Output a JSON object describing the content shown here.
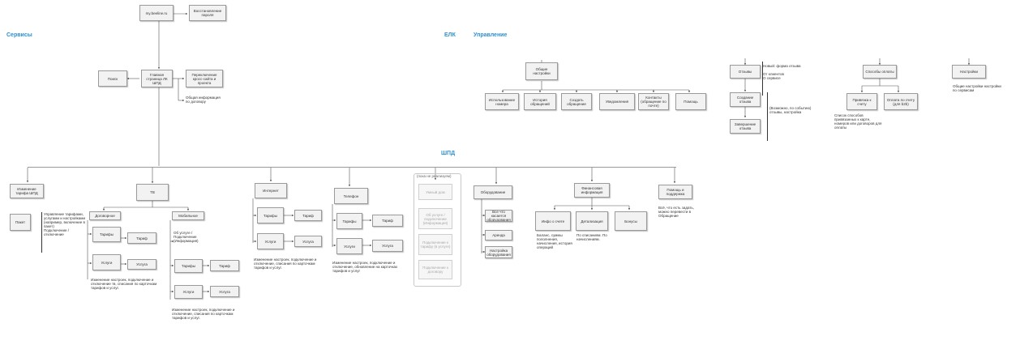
{
  "sections": {
    "services": "Сервисы",
    "elk": "ЕЛК",
    "management": "Управление",
    "shpd": "ШПД"
  },
  "top": {
    "site": "my.beeline.ru",
    "restore": "Восстановление пароля",
    "main": "Главная страница ЛК ШПД",
    "search": "Поиск",
    "forward": "Переключение кросс-сайта и проекта",
    "info": "Общая информация по договору"
  },
  "elk": {
    "general": "Общие настройки",
    "children": [
      "Использование номера",
      "История обращений",
      "Создать обращение",
      "Уведомления",
      "Контакты (обращение по почте)",
      "Помощь"
    ]
  },
  "management": {
    "review": {
      "title": "Отзывы",
      "note": "Новый: форма отзыва\n\nОт клиентов\nО сервисе"
    },
    "review_create": "Создание отзыва",
    "review_sent": "Завершение отзыва",
    "review_note": "(Возможно, по событию) отзывы, настройка",
    "payment": {
      "title": "Способы оплаты"
    },
    "payment_account": "Привязка к счету",
    "payment_card": "Оплата по счету (для b2b)",
    "payment_note": "Список способов привязанных к карте, номеров или договоров для оплаты",
    "settings": {
      "title": "Настройки",
      "note": "Общие настройки настройки по сервисам"
    }
  },
  "shpd": {
    "change_tariff": "Изменение тарифа ШПД",
    "packet": "Пакет",
    "packet_note": "Управление тарифами, услугами и настройками (например, включение в пакет)\nПодключение / отключение",
    "tv": "ТВ",
    "contract": "Договорное",
    "mobile": "Мобильное",
    "tariffs": "Тарифы",
    "tariff": "Тариф",
    "services": "Услуги",
    "service": "Услуга",
    "about": "Об услуге / Подключение (Информация)",
    "tv_note": "Изменение настроек, подключение и отключение тв, списания по карточкам тарифов и услуг.",
    "mobile_note": "Изменение настроек, подключение и отключение, списания по карточкам тарифов и услуг.",
    "internet": "Интернет",
    "internet_note": "Изменение настроек, подключение и отключение, списания по карточкам тарифов и услуг.",
    "phone": "Телефон",
    "phone_note": "Изменение настроек, подключение и отключение, обновление на карточках тарифов и услуг",
    "future_label": "(пока не реализуем)",
    "future": [
      "Умный дом",
      "Об услуге / подключение (Информация)",
      "Подключение к тарифу (в услуге)",
      "Подключение к договору"
    ],
    "equipment": "Оборудование",
    "equipment_items": [
      "Все что касается оборудования",
      "Аренда",
      "Настройка оборудования"
    ],
    "finance": "Финансовая информация",
    "finance_items": [
      "Инфо о счете",
      "Детализация",
      "Бонусы"
    ],
    "finance_notes": [
      "Баланс, суммы пополнения, начисления, история операций",
      "По списаниям. По начислениям."
    ],
    "help": "Помощь и поддержка",
    "help_note": "Всё, что есть задать, можно перевести в Обращение"
  },
  "colors": {
    "header": "#2b8fd6",
    "box": "#f2f2f2",
    "line": "#9a9a9a"
  }
}
